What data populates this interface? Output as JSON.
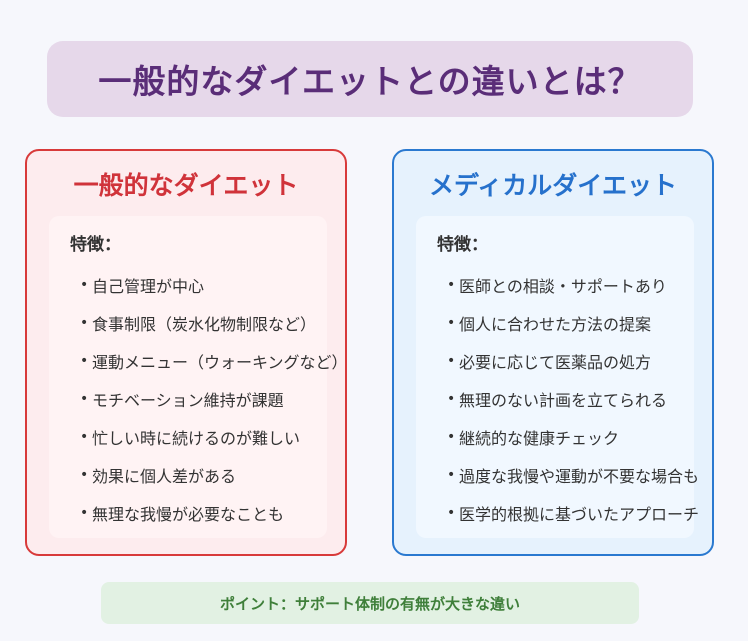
{
  "title": "一般的なダイエットとの違いとは？",
  "left": {
    "title": "一般的なダイエット",
    "features_label": "特徴：",
    "items": [
      "自己管理が中心",
      "食事制限（炭水化物制限など）",
      "運動メニュー（ウォーキングなど）",
      "モチベーション維持が課題",
      "忙しい時に続けるのが難しい",
      "効果に個人差がある",
      "無理な我慢が必要なことも"
    ]
  },
  "right": {
    "title": "メディカルダイエット",
    "features_label": "特徴：",
    "items": [
      "医師との相談・サポートあり",
      "個人に合わせた方法の提案",
      "必要に応じて医薬品の処方",
      "無理のない計画を立てられる",
      "継続的な健康チェック",
      "過度な我慢や運動が不要な場合も",
      "医学的根拠に基づいたアプローチ"
    ]
  },
  "point": "ポイント：サポート体制の有無が大きな違い",
  "colors": {
    "title_bg": "#e6d8ea",
    "title_text": "#5a2d78",
    "left_accent": "#d83a3a",
    "right_accent": "#2a79d0",
    "point_bg": "#e2f1e3",
    "point_text": "#3f7f3a"
  }
}
